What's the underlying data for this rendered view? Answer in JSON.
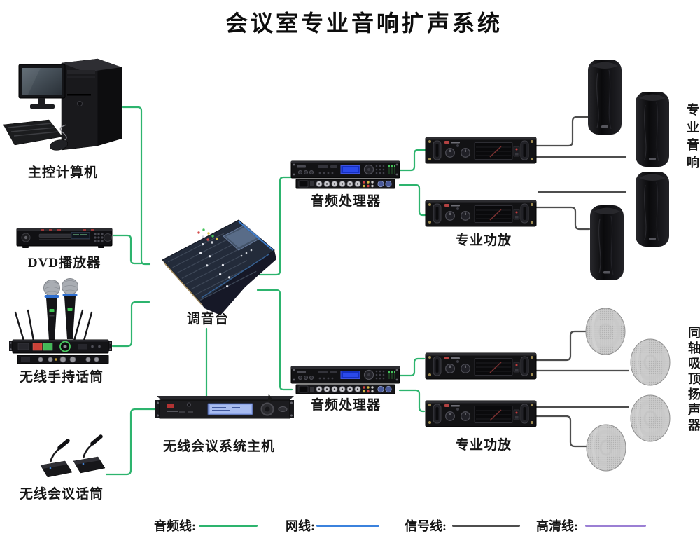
{
  "title": "会议室专业音响扩声系统",
  "devices": {
    "computer": {
      "label": "主控计算机"
    },
    "dvd": {
      "label": "DVD播放器"
    },
    "handheld_mic": {
      "label": "无线手持话筒"
    },
    "conference_mic": {
      "label": "无线会议话筒"
    },
    "mixer": {
      "label": "调音台"
    },
    "conference_host": {
      "label": "无线会议系统主机"
    },
    "processor_top": {
      "label": "音频处理器"
    },
    "processor_bottom": {
      "label": "音频处理器"
    },
    "amp_top": {
      "label": "专业功放"
    },
    "amp_bottom": {
      "label": "专业功放"
    },
    "speakers": {
      "label": "专业音响"
    },
    "ceiling_speakers": {
      "label": "同轴吸顶扬声器"
    }
  },
  "colors": {
    "audio_cable": "#2db46e",
    "network_cable": "#3b82dd",
    "signal_cable": "#4d4d4d",
    "hd_cable": "#9b7fd4"
  },
  "legend": {
    "items": [
      {
        "label": "音频线:",
        "color": "#2db46e"
      },
      {
        "label": "网线:",
        "color": "#3b82dd"
      },
      {
        "label": "信号线:",
        "color": "#4d4d4d"
      },
      {
        "label": "高清线:",
        "color": "#9b7fd4"
      }
    ]
  }
}
